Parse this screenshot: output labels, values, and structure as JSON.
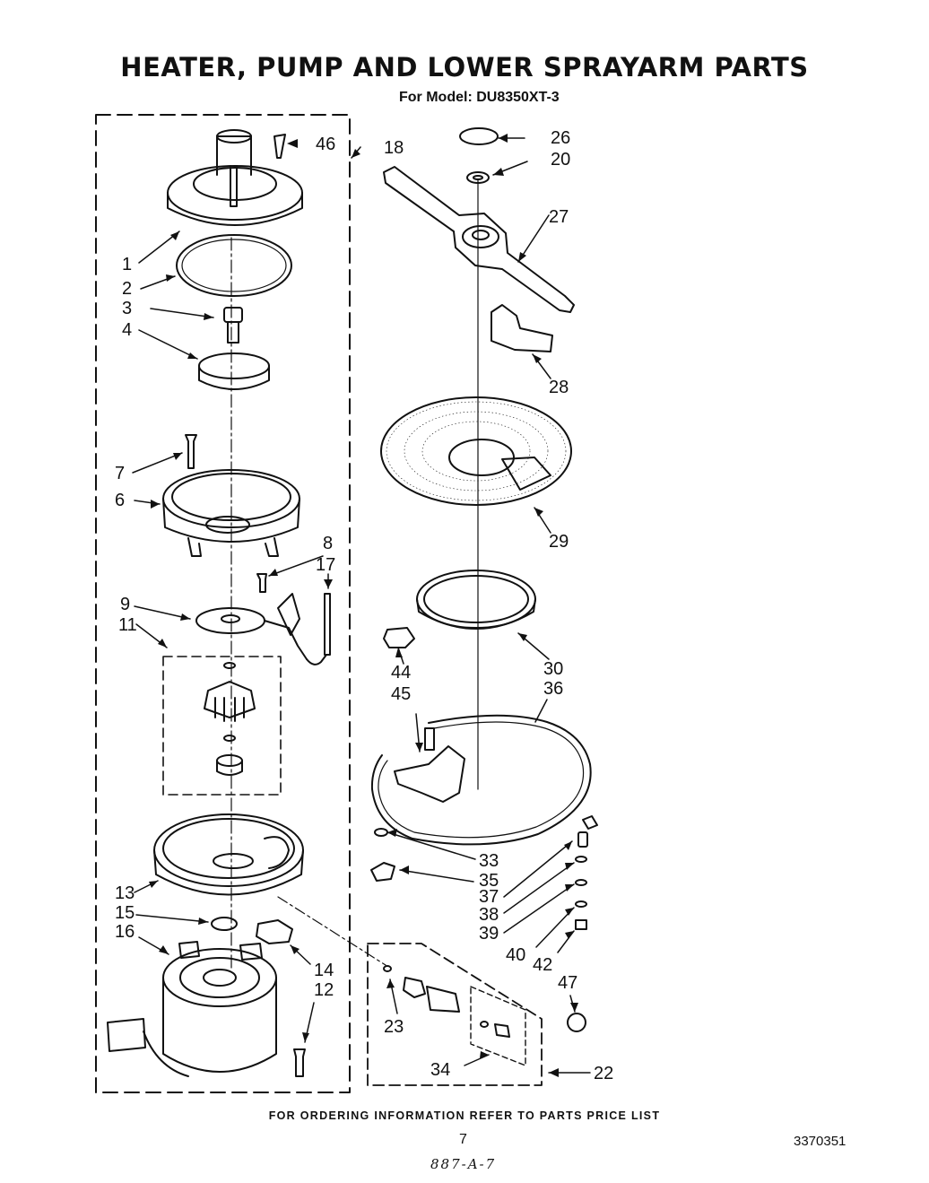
{
  "header": {
    "title": "HEATER, PUMP AND LOWER SPRAYARM PARTS",
    "model_line": "For Model: DU8350XT-3"
  },
  "footer": {
    "ordering_note": "FOR ORDERING INFORMATION REFER TO PARTS PRICE LIST",
    "page_number": "7",
    "document_number": "3370351",
    "handwritten_note": "887-A-7"
  },
  "callouts": {
    "c1": "1",
    "c2": "2",
    "c3": "3",
    "c4": "4",
    "c6": "6",
    "c7": "7",
    "c8": "8",
    "c9": "9",
    "c11": "11",
    "c12": "12",
    "c13": "13",
    "c14": "14",
    "c15": "15",
    "c16": "16",
    "c17": "17",
    "c18": "18",
    "c20": "20",
    "c22": "22",
    "c23": "23",
    "c26": "26",
    "c27": "27",
    "c28": "28",
    "c29": "29",
    "c30": "30",
    "c33": "33",
    "c34": "34",
    "c35": "35",
    "c36": "36",
    "c37": "37",
    "c38": "38",
    "c39": "39",
    "c40": "40",
    "c42": "42",
    "c44": "44",
    "c45": "45",
    "c46": "46",
    "c47": "47"
  }
}
